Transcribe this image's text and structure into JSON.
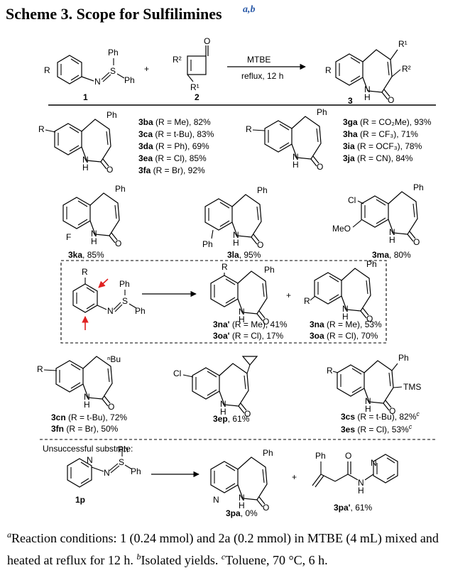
{
  "title": {
    "text": "Scheme 3. Scope for Sulfilimines",
    "sup": "a,b"
  },
  "reaction": {
    "reagent_1": "1",
    "reagent_2": "2",
    "product": "3",
    "arrow_top": "MTBE",
    "arrow_bottom": "reflux, 12 h",
    "plus": "+"
  },
  "entries_b": [
    {
      "id": "3ba",
      "text": " (R = Me), 82%"
    },
    {
      "id": "3ca",
      "text": " (R = t-Bu), 83%"
    },
    {
      "id": "3da",
      "text": " (R = Ph), 69%"
    },
    {
      "id": "3ea",
      "text": " (R = Cl), 85%"
    },
    {
      "id": "3fa",
      "text": " (R = Br), 92%"
    }
  ],
  "entries_c": [
    {
      "id": "3ga",
      "text": " (R = CO₂Me), 93%"
    },
    {
      "id": "3ha",
      "text": " (R = CF₃), 71%"
    },
    {
      "id": "3ia",
      "text": " (R = OCF₃), 78%"
    },
    {
      "id": "3ja",
      "text": " (R = CN), 84%"
    }
  ],
  "row2": [
    {
      "id": "3ka",
      "text": ", 85%"
    },
    {
      "id": "3la",
      "text": ", 95%"
    },
    {
      "id": "3ma",
      "text": ", 80%"
    }
  ],
  "box": [
    {
      "id": "3na'",
      "text": " (R = Me), 41%"
    },
    {
      "id": "3oa'",
      "text": " (R = Cl), 17%"
    },
    {
      "id": "3na",
      "text": " (R = Me), 53%"
    },
    {
      "id": "3oa",
      "text": " (R = Cl), 70%"
    }
  ],
  "row4": [
    {
      "id": "3cn",
      "text": " (R = t-Bu), 72%"
    },
    {
      "id": "3fn",
      "text": " (R = Br), 50%"
    },
    {
      "id": "3ep",
      "text": ", 61%"
    },
    {
      "id": "3cs",
      "text": " (R = t-Bu), 82%",
      "sup": "c"
    },
    {
      "id": "3es",
      "text": " (R = Cl), 53%",
      "sup": "c"
    }
  ],
  "unsuccessful": {
    "header": "Unsuccessful substrate:",
    "substrate": "1p",
    "product": "3pa",
    "product_yield": ", 0%",
    "side": "3pa'",
    "side_yield": ", 61%"
  },
  "atoms": {
    "ph": "Ph",
    "r": "R",
    "r1": "R¹",
    "r2": "R²",
    "n": "N",
    "s": "S",
    "o": "O",
    "nh_h": "H",
    "cl": "Cl",
    "f": "F",
    "meo": "MeO",
    "tms": "TMS",
    "nbu": "ⁿBu"
  },
  "footnote": {
    "a_mark": "a",
    "a_text": "Reaction conditions: 1 (0.24 mmol) and 2a (0.2 mmol) in MTBE (4 mL) mixed and heated at reflux for 12 h. ",
    "b_mark": "b",
    "b_text": "Isolated yields. ",
    "c_mark": "c",
    "c_text": "Toluene, 70 °C, 6 h."
  },
  "colors": {
    "title_sup": "#2b5aa8",
    "arrow_red": "#e02020"
  }
}
